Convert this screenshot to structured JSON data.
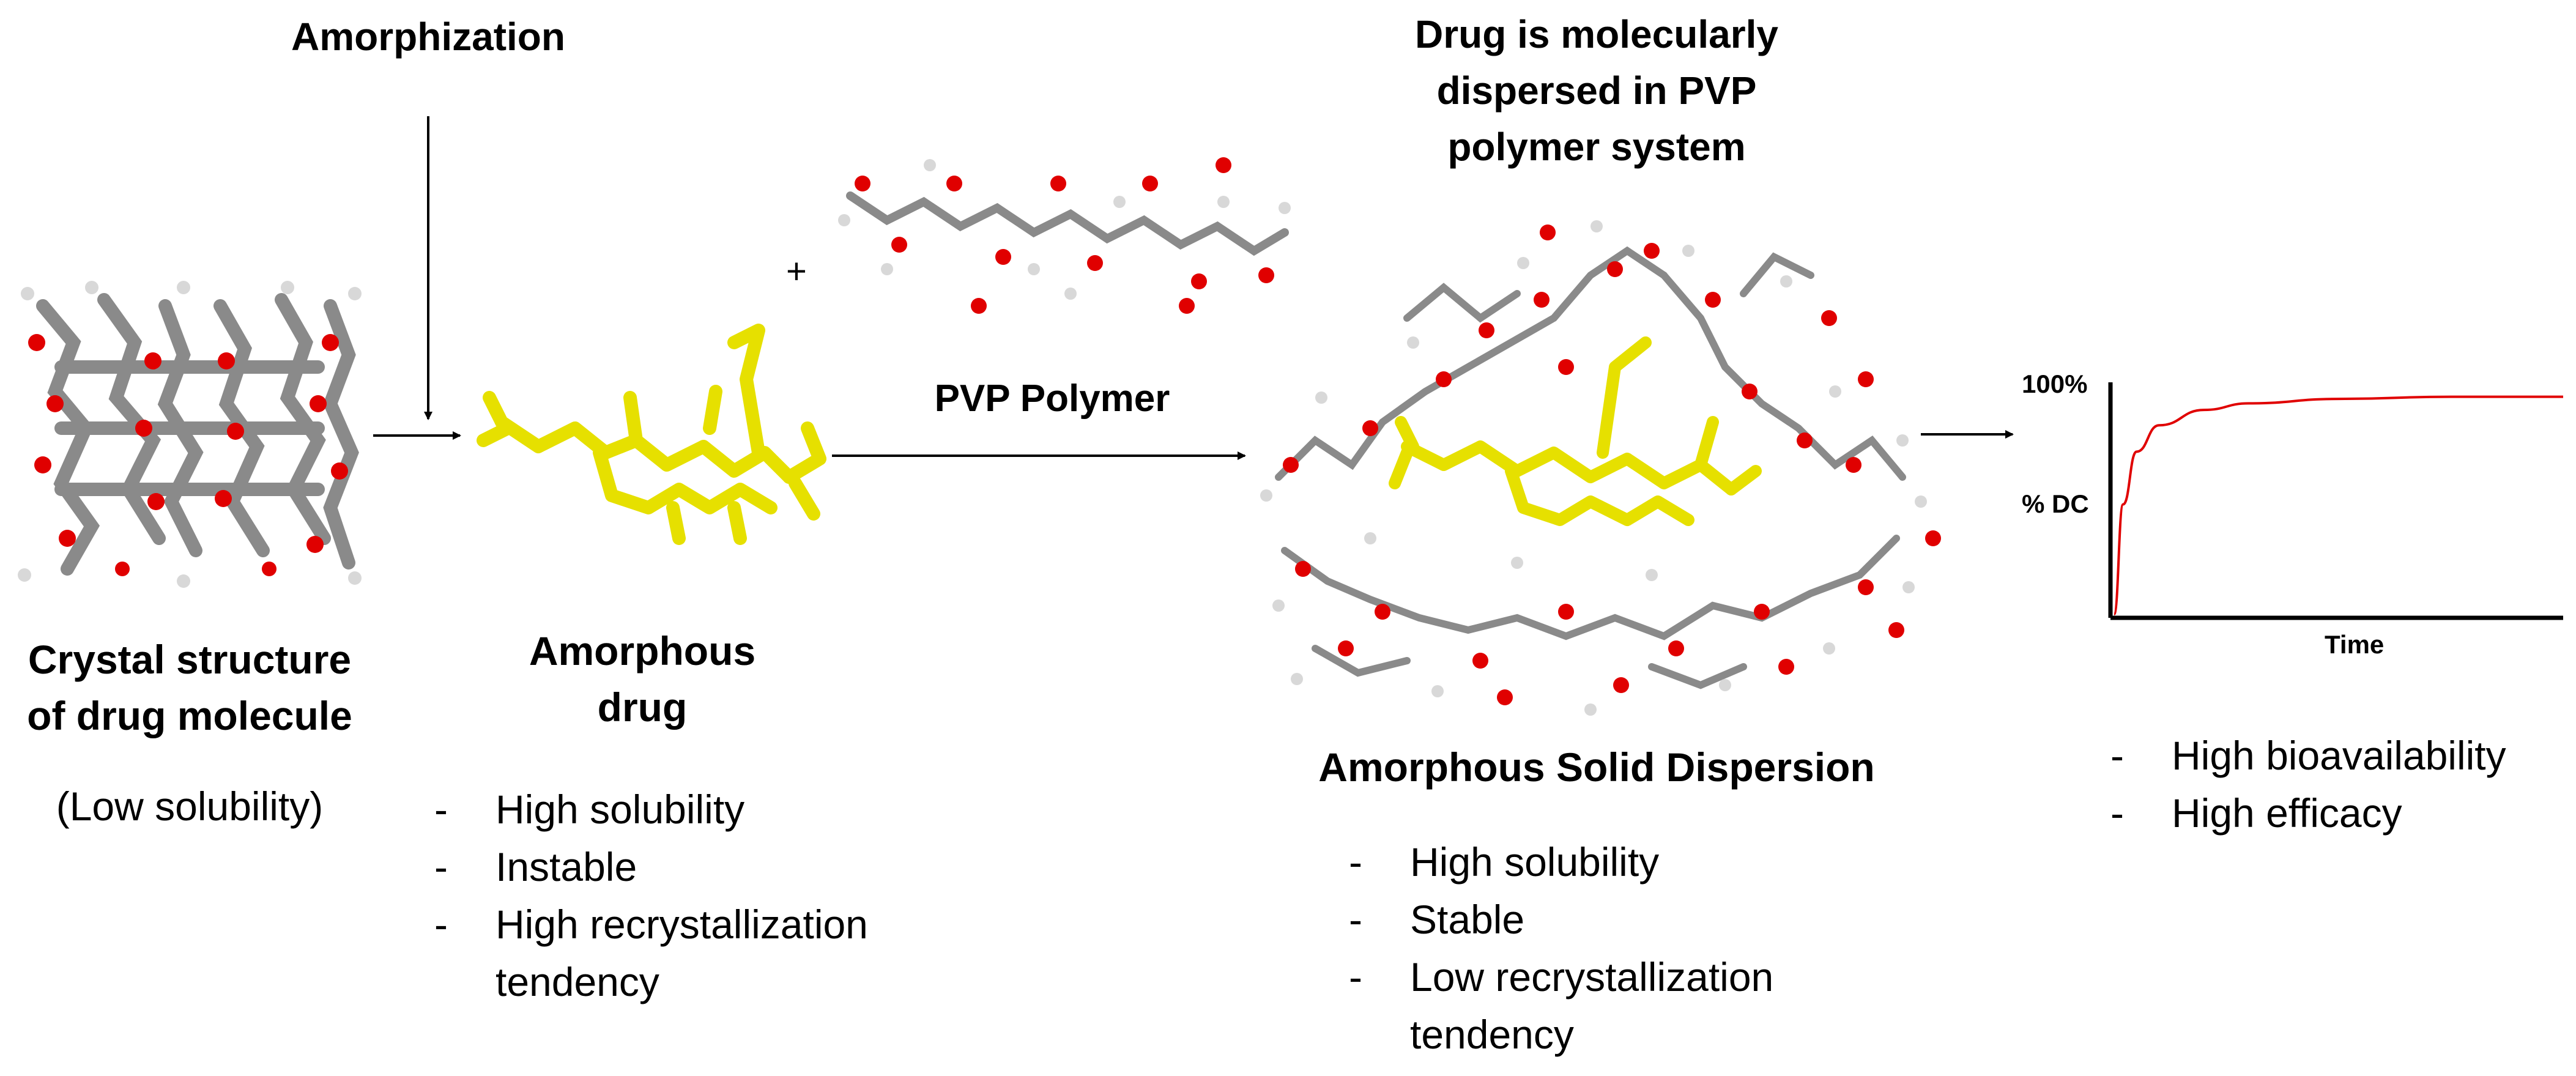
{
  "labels": {
    "amorphization": "Amorphization",
    "plus": "+",
    "pvp_polymer": "PVP Polymer",
    "dispersed_line1": "Drug is molecularly",
    "dispersed_line2": "dispersed in PVP",
    "dispersed_line3": "polymer system",
    "crystal_line1": "Crystal structure",
    "crystal_line2": "of drug molecule",
    "crystal_note": "(Low solubility)",
    "amorphous_line1": "Amorphous",
    "amorphous_line2": "drug",
    "asd_title": "Amorphous Solid Dispersion"
  },
  "amorphous_drug_props": [
    {
      "dash": "-",
      "text": "High solubility"
    },
    {
      "dash": "-",
      "text": "Instable"
    },
    {
      "dash": "-",
      "text": "High recrystallization"
    },
    {
      "dash": "",
      "text": "tendency"
    }
  ],
  "asd_props": [
    {
      "dash": "-",
      "text": "High solubility"
    },
    {
      "dash": "-",
      "text": "Stable"
    },
    {
      "dash": "-",
      "text": "Low recrystallization"
    },
    {
      "dash": "",
      "text": "tendency"
    }
  ],
  "outcome_props": [
    {
      "dash": "-",
      "text": "High bioavailability"
    },
    {
      "dash": "-",
      "text": "High efficacy"
    }
  ],
  "colors": {
    "drug_yellow": "#e6e000",
    "oxygen_red": "#e00000",
    "carbon_gray": "#8a8a8a",
    "hydrogen_light": "#d8d8d8",
    "curve_red": "#e00000"
  },
  "chart_data": {
    "type": "line",
    "ylabel": "% DC",
    "xlabel": "Time",
    "y_tick_labels": [
      "100%"
    ],
    "ylim": [
      0,
      100
    ],
    "series": [
      {
        "x": [
          0,
          2,
          5,
          10,
          20,
          30,
          50,
          75,
          100
        ],
        "y": [
          0,
          50,
          74,
          86,
          93,
          96,
          98,
          99,
          99
        ]
      }
    ]
  }
}
